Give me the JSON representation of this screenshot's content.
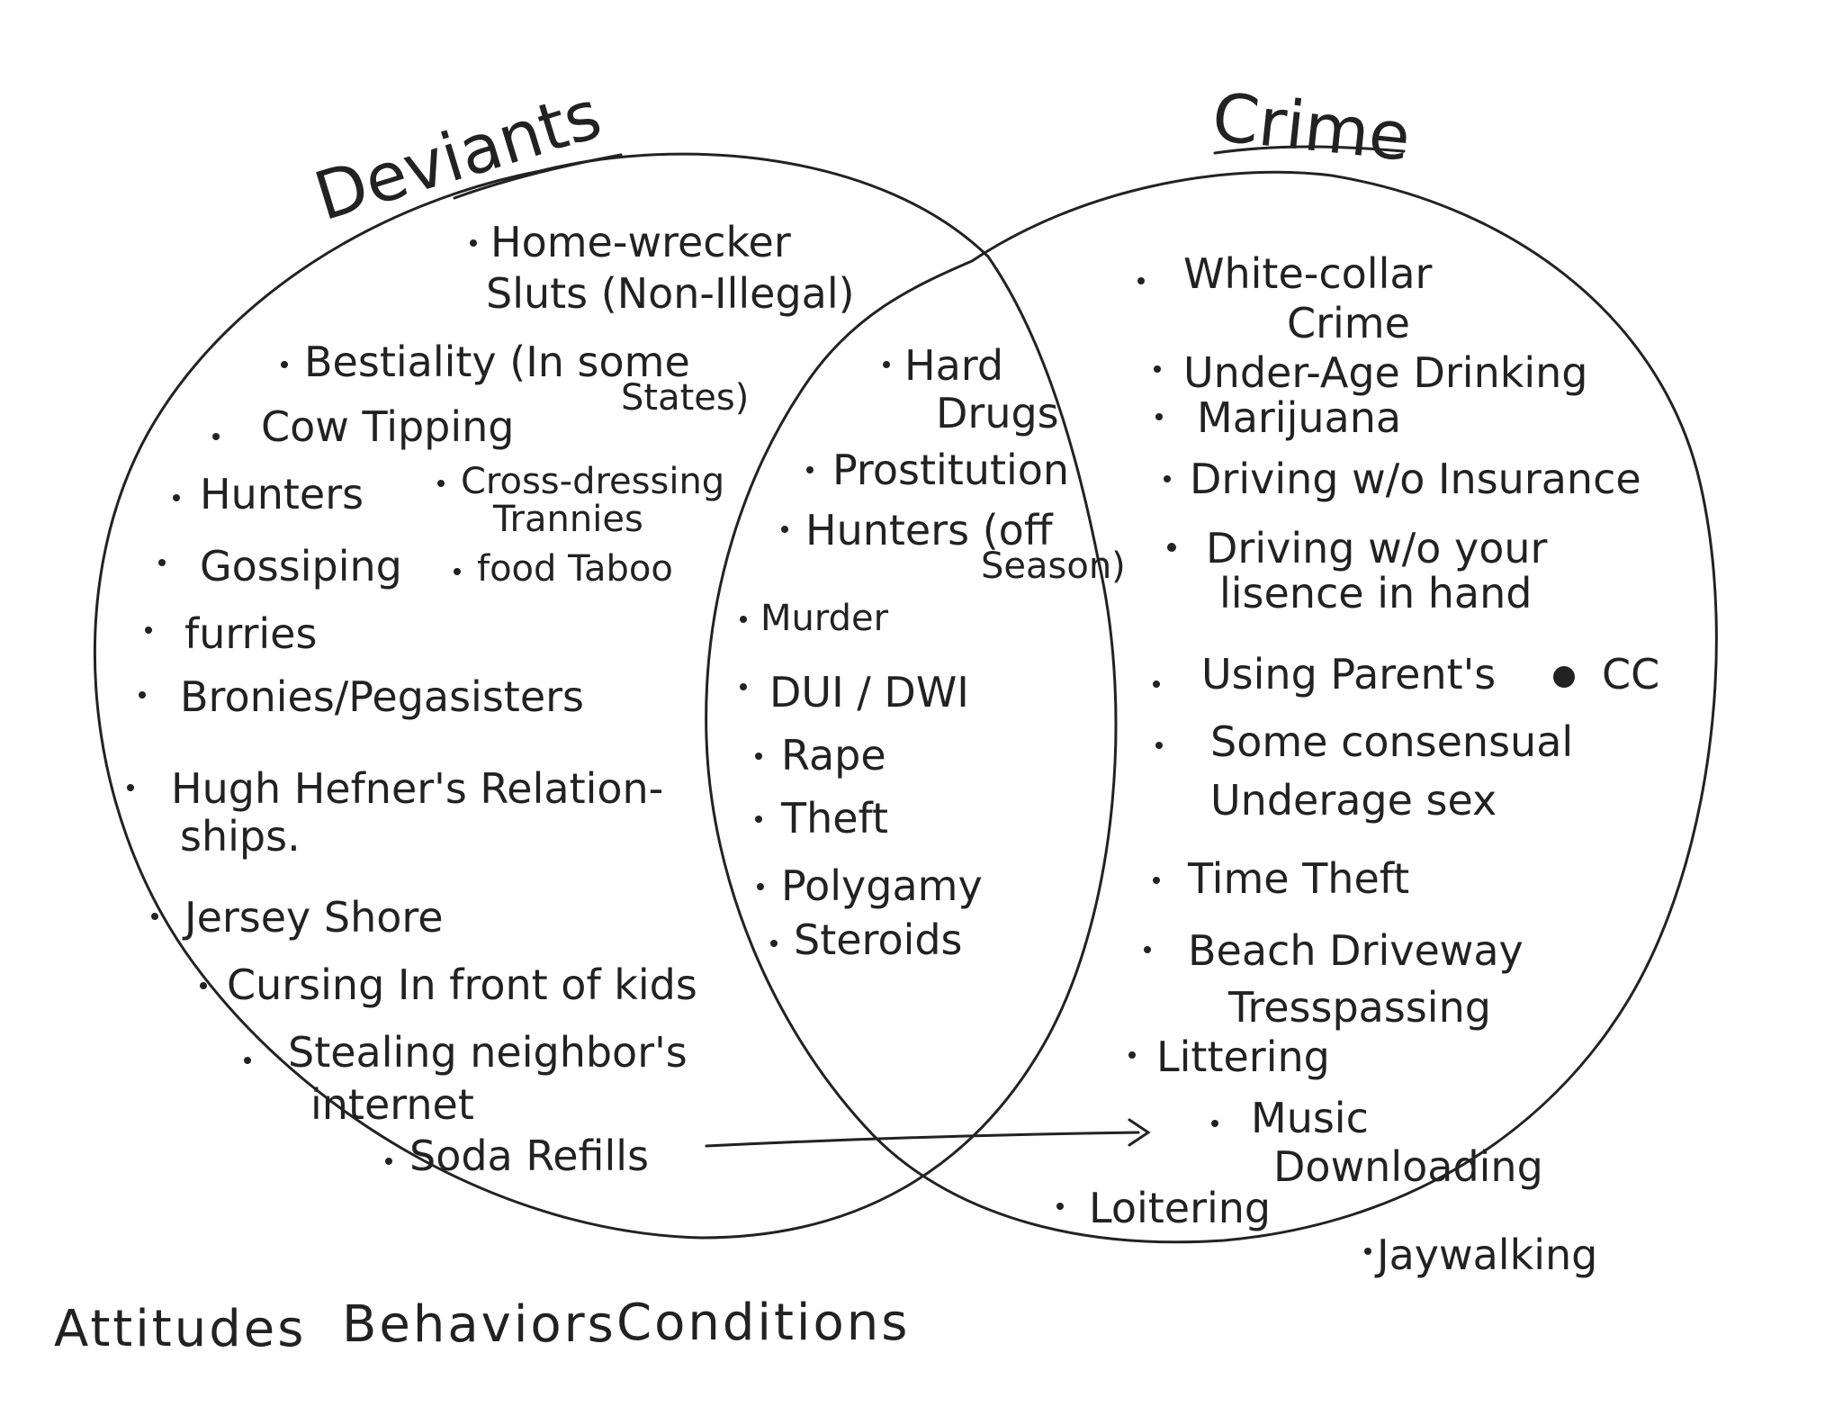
{
  "titles": {
    "left": "Deviants",
    "right": "Crime"
  },
  "deviant_only": [
    "Home-wrecker",
    "Sluts (Non-Illegal)",
    "Bestiality (In some",
    "States)",
    "Cow Tipping",
    "Hunters",
    "Cross-dressing",
    "Trannies",
    "Gossiping",
    "food Taboo",
    "furries",
    "Bronies/Pegasisters",
    "Hugh Hefner's Relation-",
    "ships.",
    "Jersey Shore",
    "Cursing In front of kids",
    "Stealing neighbor's",
    "internet",
    "Soda Refills"
  ],
  "overlap": [
    "Hard",
    "Drugs",
    "Prostitution",
    "Hunters (off",
    "Season)",
    "Murder",
    "DUI / DWI",
    "Rape",
    "Theft",
    "Polygamy",
    "Steroids"
  ],
  "crime_only": [
    "White-collar",
    "Crime",
    "Under-Age Drinking",
    "Marijuana",
    "Driving w/o Insurance",
    "Driving w/o your",
    "lisence in hand",
    "Using Parent's",
    "CC",
    "Some consensual",
    "Underage sex",
    "Time Theft",
    "Beach Driveway",
    "Tresspassing",
    "Littering",
    "Music",
    "Downloading",
    "Loitering",
    "Jaywalking"
  ],
  "footer": [
    "Attitudes",
    "Behaviors",
    "Conditions"
  ]
}
